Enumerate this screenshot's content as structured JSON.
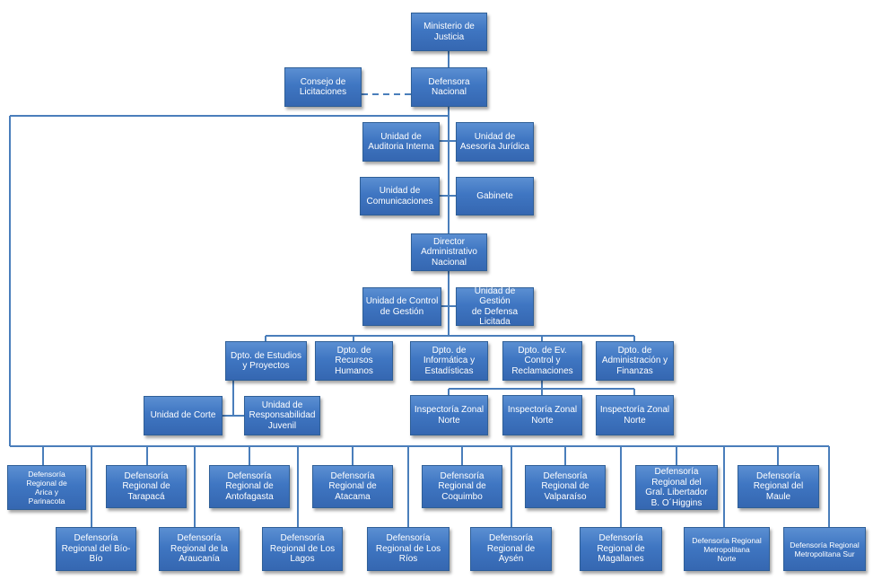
{
  "nodes": {
    "ministerio": "Ministerio de\nJusticia",
    "defensora": "Defensora\nNacional",
    "consejo": "Consejo de\nLicitaciones",
    "auditoria": "Unidad de\nAuditoria Interna",
    "asesoria": "Unidad de\nAsesoría Jurídica",
    "comunicaciones": "Unidad de\nComunicaciones",
    "gabinete": "Gabinete",
    "director": "Director\nAdministrativo\nNacional",
    "control_gestion": "Unidad de Control\nde Gestión",
    "gestion_defensa": "Unidad de Gestión\nde Defensa\nLicitada",
    "estudios": "Dpto. de Estudios\ny Proyectos",
    "rrhh": "Dpto. de Recursos\nHumanos",
    "informatica": "Dpto.  de\nInformática y\nEstadísticas",
    "ev_control": "Dpto. de Ev.\nControl y\nReclamaciones",
    "administracion": "Dpto. de\nAdministración y\nFinanzas",
    "corte": "Unidad de Corte",
    "resp_juvenil": "Unidad de\nResponsabilidad\nJuvenil",
    "insp_1": "Inspectoría Zonal\nNorte",
    "insp_2": "Inspectoría Zonal\nNorte",
    "insp_3": "Inspectoría Zonal\nNorte",
    "dr_arica": "Defensoría\nRegional de\nArica y\nParinacota",
    "dr_tarapaca": "Defensoría\nRegional de\nTarapacá",
    "dr_antofagasta": "Defensoría\nRegional de\nAntofagasta",
    "dr_atacama": "Defensoría\nRegional de\nAtacama",
    "dr_coquimbo": "Defensoría\nRegional de\nCoquimbo",
    "dr_valparaiso": "Defensoría\nRegional de\nValparaíso",
    "dr_ohiggins": "Defensoría\nRegional del\nGral. Libertador\nB. O´Higgins",
    "dr_maule": "Defensoría\nRegional del\nMaule",
    "dr_biobio": "Defensoría\nRegional del Bío-\nBío",
    "dr_araucania": "Defensoría\nRegional de la\nAraucanía",
    "dr_loslagos": "Defensoría\nRegional de Los\nLagos",
    "dr_losrios": "Defensoría\nRegional de Los\nRíos",
    "dr_aysen": "Defensoría\nRegional de\nAysén",
    "dr_magallanes": "Defensoría\nRegional de\nMagallanes",
    "dr_metro_norte": "Defensoría Regional\nMetropolitana\nNorte",
    "dr_metro_sur": "Defensoría Regional\nMetropolitana  Sur"
  },
  "colors": {
    "box_fill": "#3f76c2",
    "box_border": "#2f5f97",
    "connector": "#4a7ebb",
    "text": "#ffffff"
  }
}
